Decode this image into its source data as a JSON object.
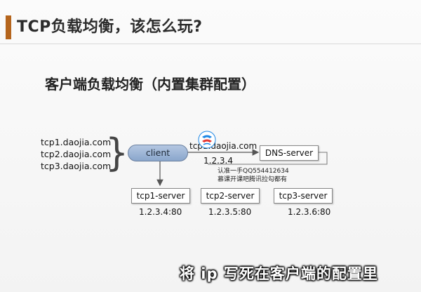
{
  "slide": {
    "title": "TCP负载均衡，该怎么玩?",
    "subtitle": "客户端负载均衡（内置集群配置）"
  },
  "diagram": {
    "domains": [
      "tcp1.daojia.com",
      "tcp2.daojia.com",
      "tcp3.daojia.com"
    ],
    "client_label": "client",
    "lookup_label": "tcp1.daojia.com",
    "lookup_ip": "1.2.3.4",
    "dns_label": "DNS-server",
    "servers": [
      {
        "name": "tcp1-server",
        "addr": "1.2.3.4:80"
      },
      {
        "name": "tcp2-server",
        "addr": "1.2.3.5:80"
      },
      {
        "name": "tcp3-server",
        "addr": "1.2.3.6:80"
      }
    ]
  },
  "watermark": {
    "line1": "认准一手QQ554412634",
    "line2": "慕课开课吧腾讯拉勾都有"
  },
  "caption": "将 ip 写死在客户端的配置里"
}
